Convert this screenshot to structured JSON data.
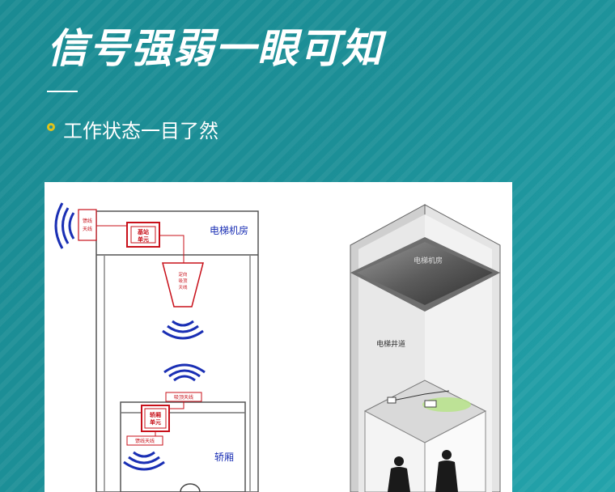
{
  "header": {
    "title": "信号强弱一眼可知",
    "subtitle": "工作状态一目了然"
  },
  "left_diagram": {
    "machine_room_label": "电梯机房",
    "car_label": "轿厢",
    "top_unit_label": "基站\n单元",
    "car_unit_label": "轿厢\n单元",
    "small_box_label": "馈线\n天线",
    "antenna_label": "定向\n吸顶\n天线",
    "car_top_box_label": "吸顶天线",
    "car_bottom_box_label": "馈线天线"
  },
  "right_diagram": {
    "machine_room_label": "电梯机房",
    "shaft_label": "电梯井道"
  },
  "colors": {
    "background": "#1c8f97",
    "accent_bullet": "#e0c31b",
    "diagram_red": "#c8101a",
    "diagram_blue": "#1a2fb4"
  }
}
